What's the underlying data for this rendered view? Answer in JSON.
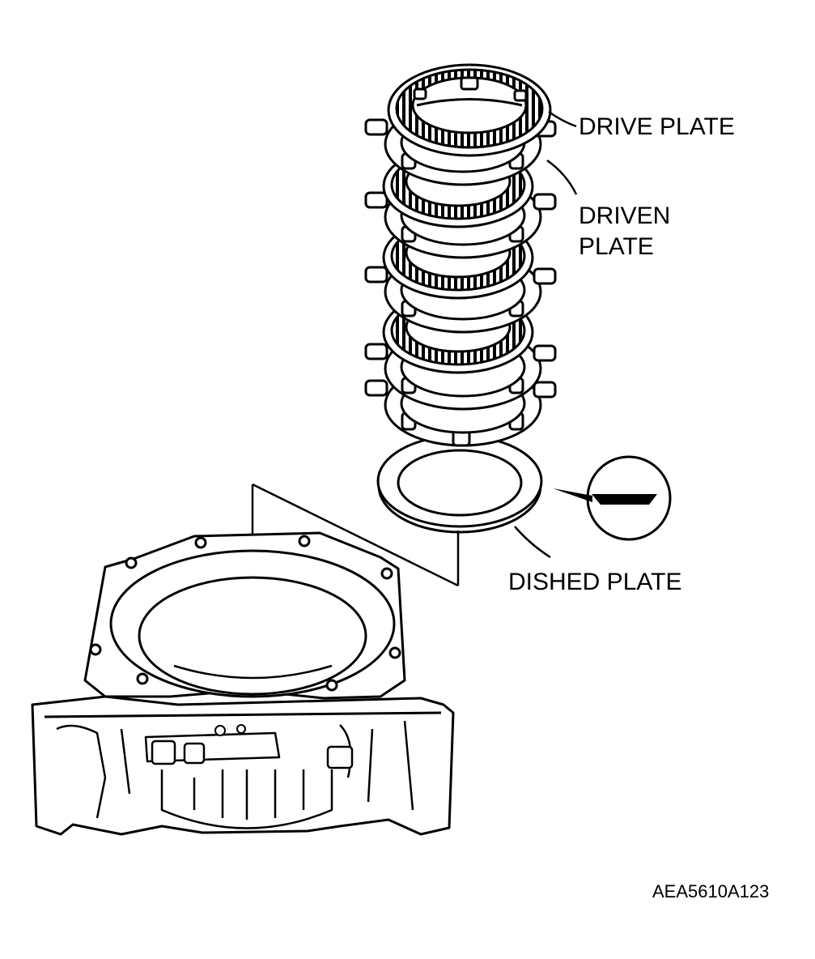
{
  "labels": {
    "drive_plate": "DRIVE PLATE",
    "driven_plate_line1": "DRIVEN",
    "driven_plate_line2": "PLATE",
    "dished_plate": "DISHED PLATE"
  },
  "figure_code": "AEA5610A123",
  "colors": {
    "line": "#000000",
    "background": "#ffffff"
  }
}
